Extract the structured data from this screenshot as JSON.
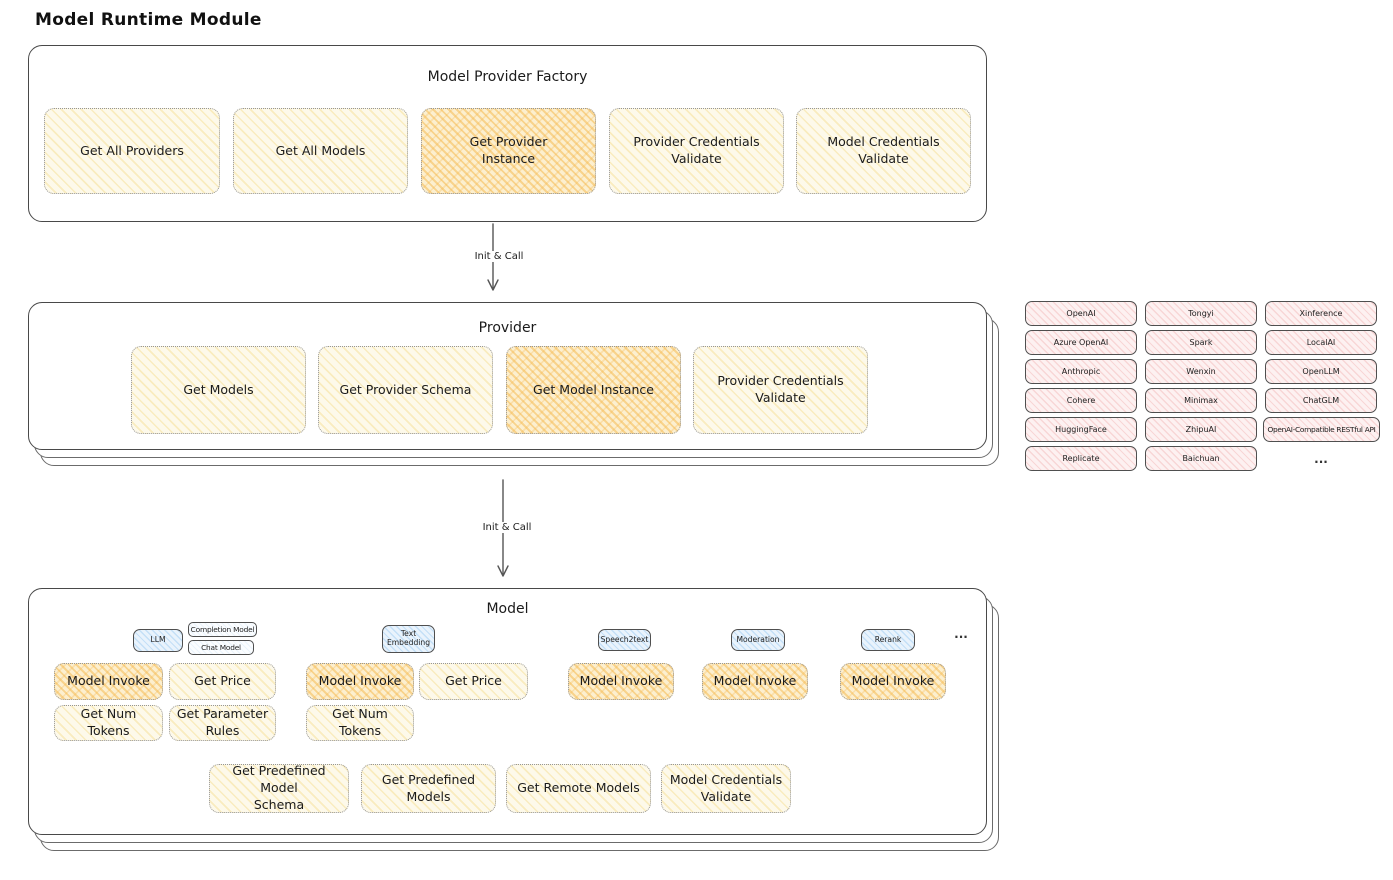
{
  "diagram_title": "Model Runtime Module",
  "colors": {
    "cream_fill": "#fdf9ea",
    "orange_fill": "#fcefcf",
    "pink_fill": "#fdf1f1",
    "blue_fill": "#e9f3fc",
    "box_border": "#494949",
    "text": "#1b1b1b"
  },
  "factory": {
    "title": "Model Provider Factory",
    "buttons": [
      {
        "label": "Get All Providers",
        "highlight": false
      },
      {
        "label": "Get All Models",
        "highlight": false
      },
      {
        "label": "Get Provider\nInstance",
        "highlight": true
      },
      {
        "label": "Provider Credentials\nValidate",
        "highlight": false
      },
      {
        "label": "Model Credentials\nValidate",
        "highlight": false
      }
    ]
  },
  "arrow1": {
    "label": "Init & Call"
  },
  "arrow2": {
    "label": "Init & Call"
  },
  "provider": {
    "title": "Provider",
    "buttons": [
      {
        "label": "Get Models",
        "highlight": false
      },
      {
        "label": "Get Provider Schema",
        "highlight": false
      },
      {
        "label": "Get Model Instance",
        "highlight": true
      },
      {
        "label": "Provider Credentials\nValidate",
        "highlight": false
      }
    ]
  },
  "providers_list": {
    "items": [
      "OpenAI",
      "Tongyi",
      "Xinference",
      "Azure OpenAI",
      "Spark",
      "LocalAI",
      "Anthropic",
      "Wenxin",
      "OpenLLM",
      "Cohere",
      "Minimax",
      "ChatGLM",
      "HuggingFace",
      "ZhipuAI",
      "OpenAI-Compatible RESTful API",
      "Replicate",
      "Baichuan"
    ],
    "more": "..."
  },
  "model": {
    "title": "Model",
    "tabs": {
      "llm": "LLM",
      "completion_model": "Completion Model",
      "chat_model": "Chat Model",
      "text_embedding": "Text\nEmbedding",
      "speech2text": "Speech2text",
      "moderation": "Moderation",
      "rerank": "Rerank",
      "more": "..."
    },
    "llm_buttons": [
      {
        "label": "Model Invoke",
        "highlight": true
      },
      {
        "label": "Get Price",
        "highlight": false
      },
      {
        "label": "Get Num Tokens",
        "highlight": false
      },
      {
        "label": "Get Parameter\nRules",
        "highlight": false
      }
    ],
    "text_embedding_buttons": [
      {
        "label": "Model Invoke",
        "highlight": true
      },
      {
        "label": "Get Price",
        "highlight": false
      },
      {
        "label": "Get Num Tokens",
        "highlight": false
      }
    ],
    "speech2text_buttons": [
      {
        "label": "Model Invoke",
        "highlight": true
      }
    ],
    "moderation_buttons": [
      {
        "label": "Model Invoke",
        "highlight": true
      }
    ],
    "rerank_buttons": [
      {
        "label": "Model Invoke",
        "highlight": true
      }
    ],
    "bottom_buttons": [
      {
        "label": "Get Predefined Model\nSchema"
      },
      {
        "label": "Get Predefined\nModels"
      },
      {
        "label": "Get Remote Models"
      },
      {
        "label": "Model Credentials\nValidate"
      }
    ]
  }
}
